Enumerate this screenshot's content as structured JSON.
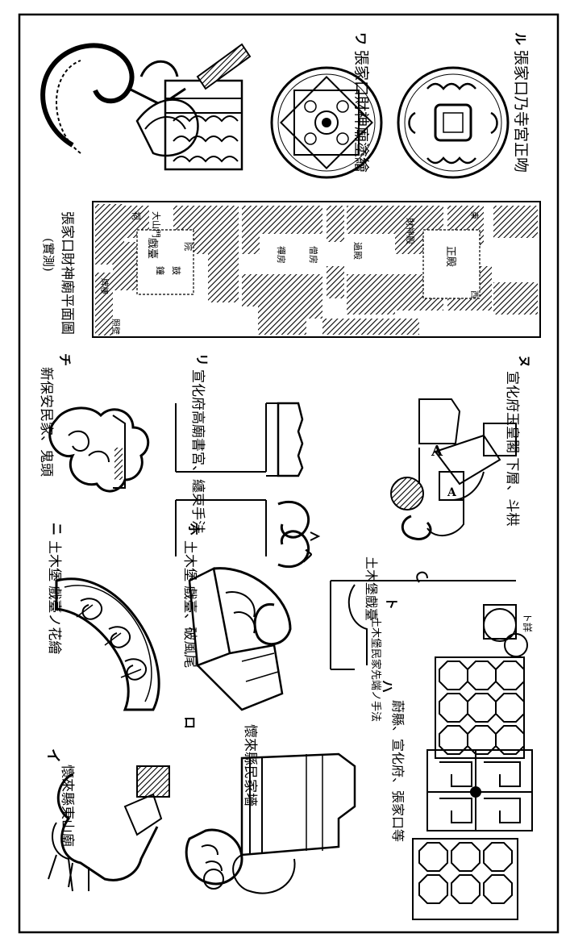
{
  "sheet": {
    "figures": [
      {
        "key": "i",
        "mark": "イ",
        "caption": "懷來縣東山廟"
      },
      {
        "key": "ro",
        "mark": "ロ",
        "caption": "懷來縣民家墻"
      },
      {
        "key": "ha",
        "mark": "ハ",
        "caption": "蔚縣、宣化府、張家口等"
      },
      {
        "key": "ni",
        "mark": "ニ",
        "caption": "土木堡 戲臺ノ花繪"
      },
      {
        "key": "ho",
        "mark": "ホ",
        "caption": "土木堡 戲臺、破風尾"
      },
      {
        "key": "he",
        "mark": "ヘ",
        "caption": "土木堡戲臺"
      },
      {
        "key": "to",
        "mark": "ト",
        "caption": "土木堡民家先端ノ手法"
      },
      {
        "key": "chi",
        "mark": "チ",
        "caption": "新保安民家、鬼頭"
      },
      {
        "key": "ri",
        "mark": "リ",
        "caption": "宣化府高廟書宮、纏束手法"
      },
      {
        "key": "nu",
        "mark": "ヌ",
        "caption": "宣化府玉皇閣 下層、斗栱"
      },
      {
        "key": "ru",
        "mark": "ル",
        "caption": "張家口乃寺宮正吻"
      },
      {
        "key": "wo",
        "mark": "ヲ",
        "caption": "張家口財神廟平面圖"
      },
      {
        "key": "wa",
        "mark": "ワ",
        "caption": "張家口財神廟塗繪"
      }
    ],
    "plan_labels": [
      "大山門",
      "鐘",
      "鼓",
      "戲臺",
      "祠",
      "院",
      "正殿",
      "財神殿",
      "過殿",
      "照壁",
      "牌樓",
      "東",
      "西",
      "禪房",
      "僧房"
    ],
    "plan_note": "(實測)",
    "to_note": "ト詳",
    "frame_color": "#000000"
  }
}
